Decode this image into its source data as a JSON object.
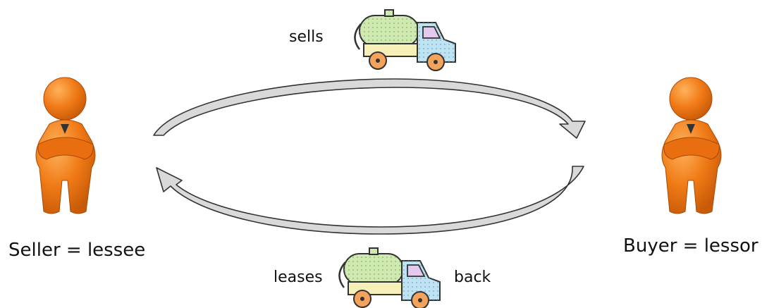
{
  "labels": {
    "sells": "sells",
    "leases": "leases",
    "back": "back",
    "seller": "Seller = lessee",
    "buyer": "Buyer = lessor"
  },
  "icons": {
    "seller_figure": "person-arms-crossed-icon",
    "buyer_figure": "person-arms-crossed-icon",
    "top_truck": "tanker-truck-icon",
    "bottom_truck": "tanker-truck-icon",
    "top_arrow": "curved-arrow-right-icon",
    "bottom_arrow": "curved-arrow-left-icon"
  },
  "colors": {
    "figure_orange": "#f07a16",
    "figure_dark": "#c85a08",
    "tank_green": "#cfe9b0",
    "cab_blue": "#bfe3f2",
    "body_yellow": "#f6efb8",
    "wheel_orange": "#f3a35b",
    "arrow_fill": "#d9d9d9",
    "arrow_stroke": "#333333"
  }
}
